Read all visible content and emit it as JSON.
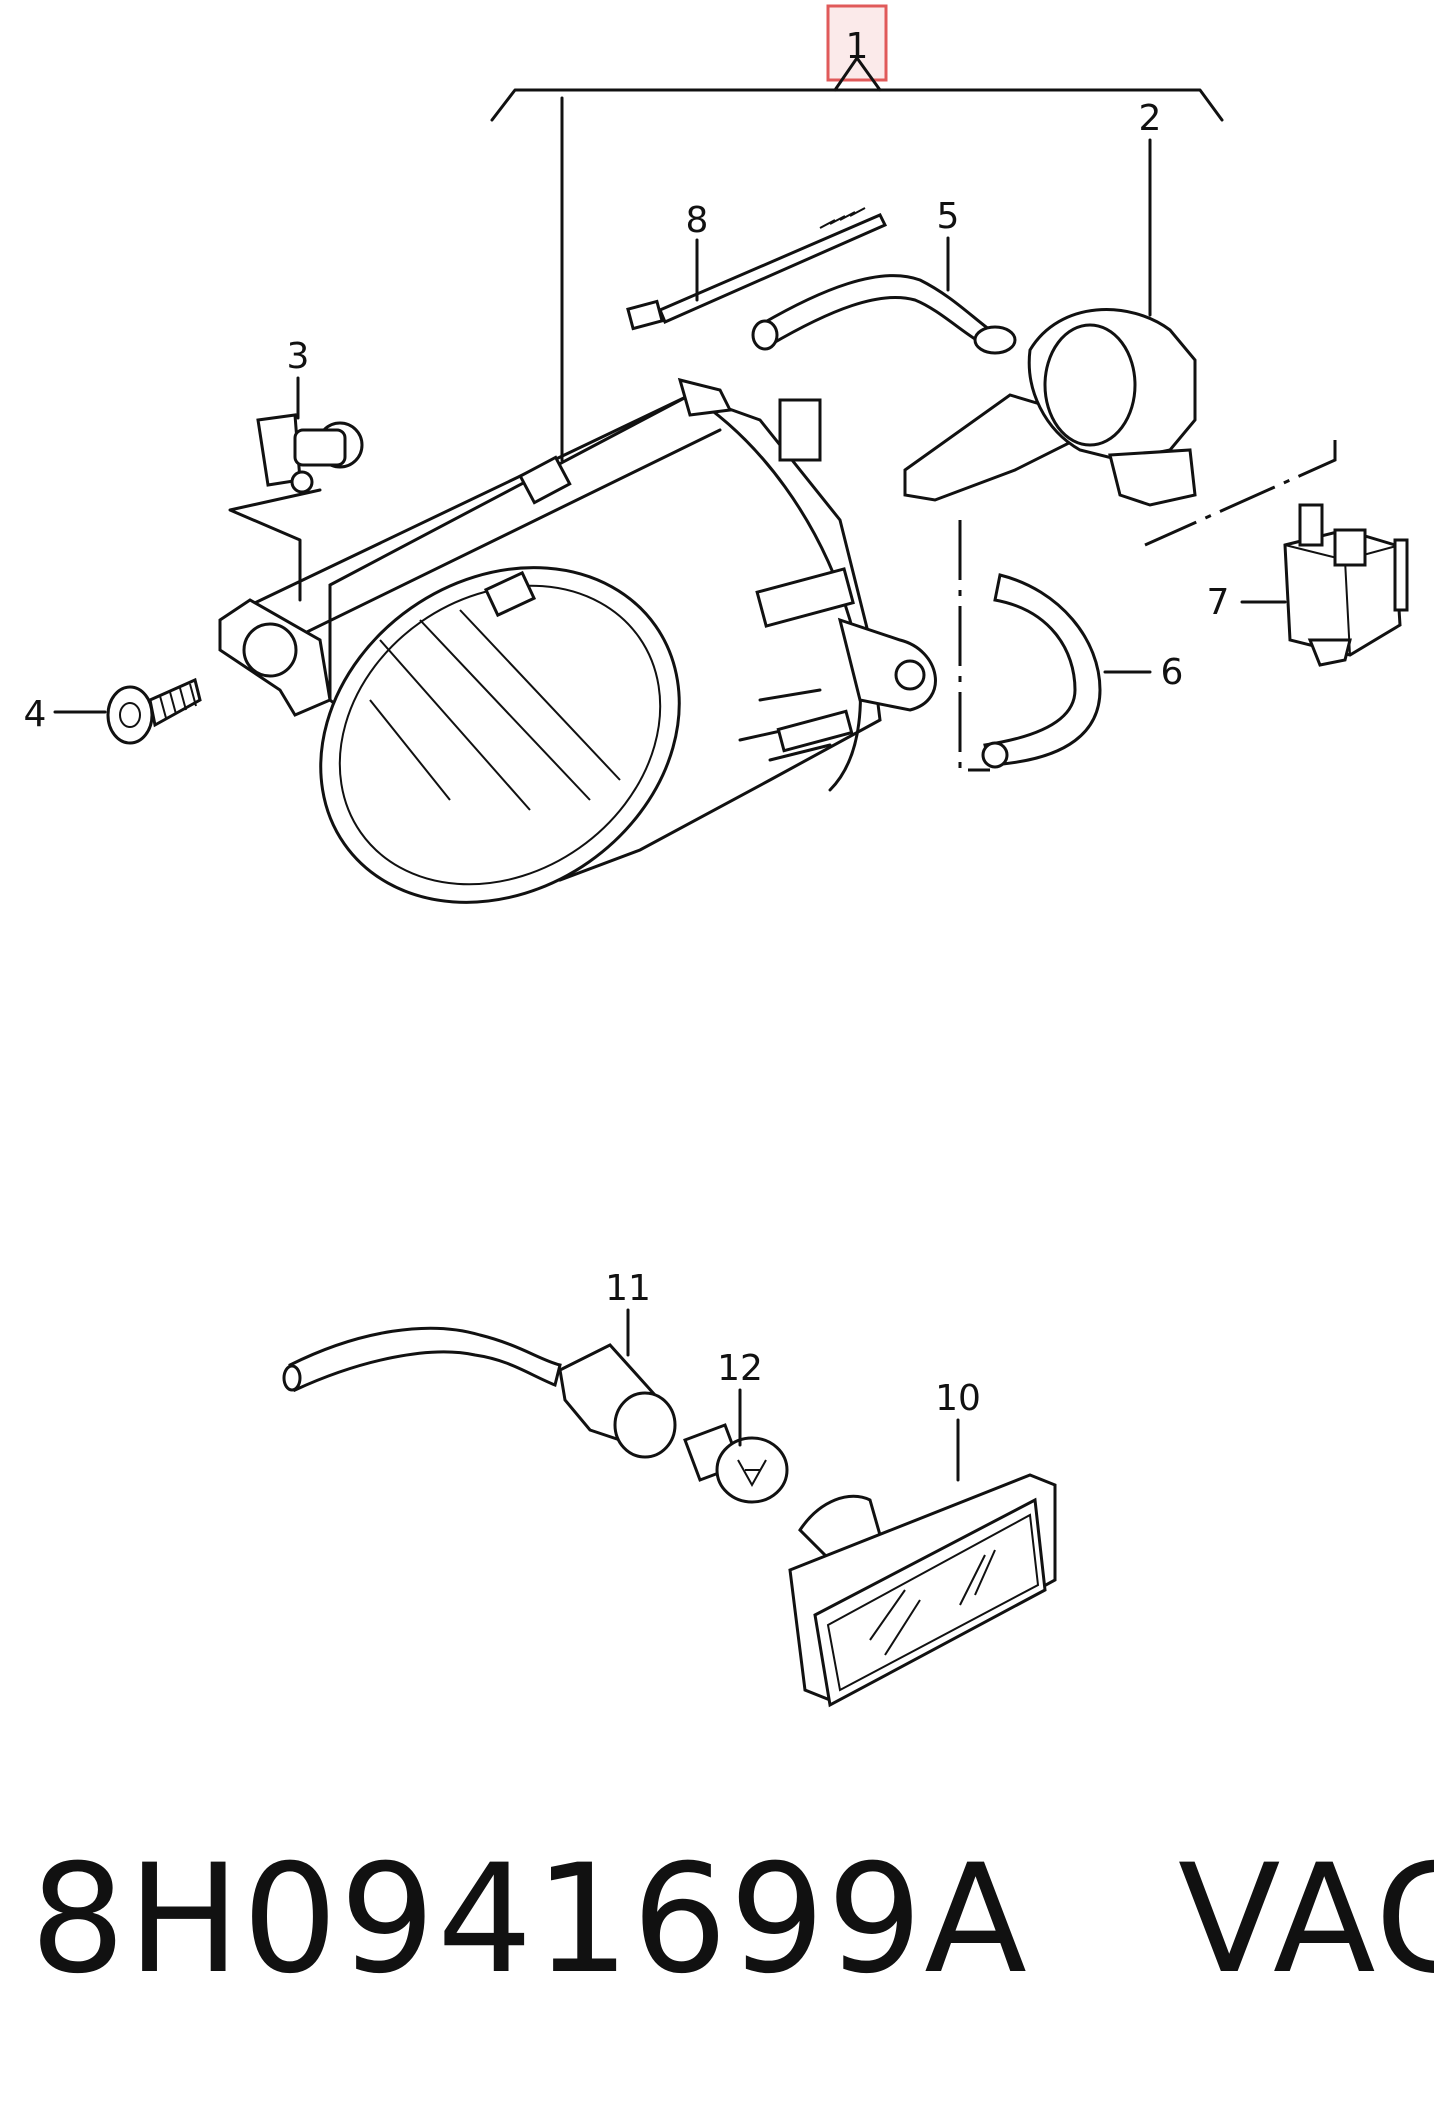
{
  "callouts": {
    "c1": "1",
    "c2": "2",
    "c3": "3",
    "c4": "4",
    "c5": "5",
    "c6": "6",
    "c7": "7",
    "c8": "8",
    "c10": "10",
    "c11": "11",
    "c12": "12"
  },
  "footer": {
    "part_number": "8H0941699A",
    "brand": "VAG"
  },
  "colors": {
    "line": "#111111",
    "highlight_fill": "#fbeaea",
    "highlight_stroke": "#e05a5a"
  }
}
